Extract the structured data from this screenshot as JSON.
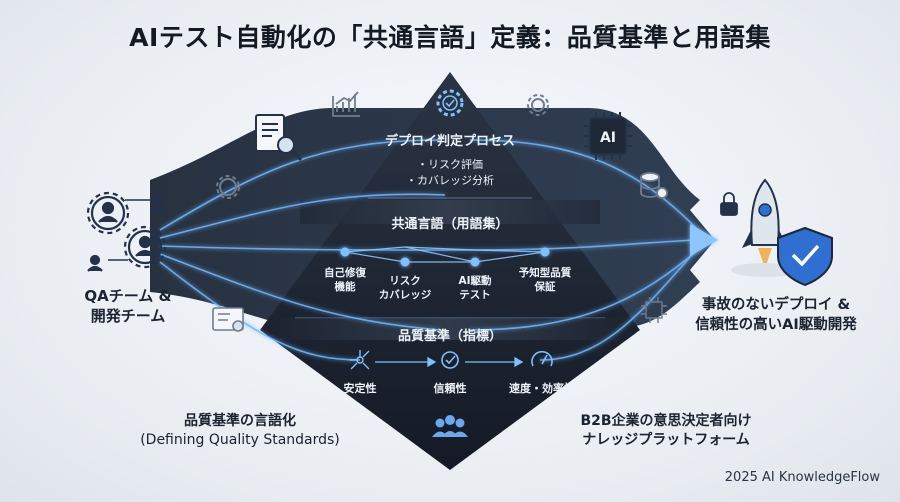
{
  "title": "AIテスト自動化の「共通言語」定義：品質基準と用語集",
  "left_label": [
    "QAチーム &",
    "開発チーム"
  ],
  "right_label": [
    "事故のないデプロイ &",
    "信頼性の高いAI駆動開発"
  ],
  "pyramid": {
    "top": {
      "title": "デプロイ判定プロセス",
      "items": [
        "・リスク評価",
        "・カバレッジ分析"
      ]
    },
    "middle": {
      "title": "共通言語（用語集）",
      "nodes": [
        [
          "自己修復",
          "機能"
        ],
        [
          "リスク",
          "カバレッジ"
        ],
        [
          "AI駆動",
          "テスト"
        ],
        [
          "予知型品質",
          "保証"
        ]
      ]
    },
    "bottom": {
      "title": "品質基準（指標）",
      "nodes": [
        "安定性",
        "信頼性",
        "速度・効率性"
      ]
    }
  },
  "bottom_left": {
    "line1": "品質基準の言語化",
    "line2": "(Defining Quality Standards)"
  },
  "bottom_right": {
    "line1": "B2B企業の意思決定者向け",
    "line2": "ナレッジプラットフォーム"
  },
  "footer": "2025 AI KnowledgeFlow",
  "colors": {
    "dark": "#1c2432",
    "glow": "#4da3ff",
    "accent": "#2e6fd1"
  },
  "icons": [
    "gear-people-icon",
    "document-search-icon",
    "chart-icon",
    "gear-icon",
    "ai-chip-icon",
    "database-icon",
    "rocket-icon",
    "shield-check-icon",
    "lock-icon",
    "checklist-icon",
    "circuit-icon",
    "team-icon"
  ]
}
